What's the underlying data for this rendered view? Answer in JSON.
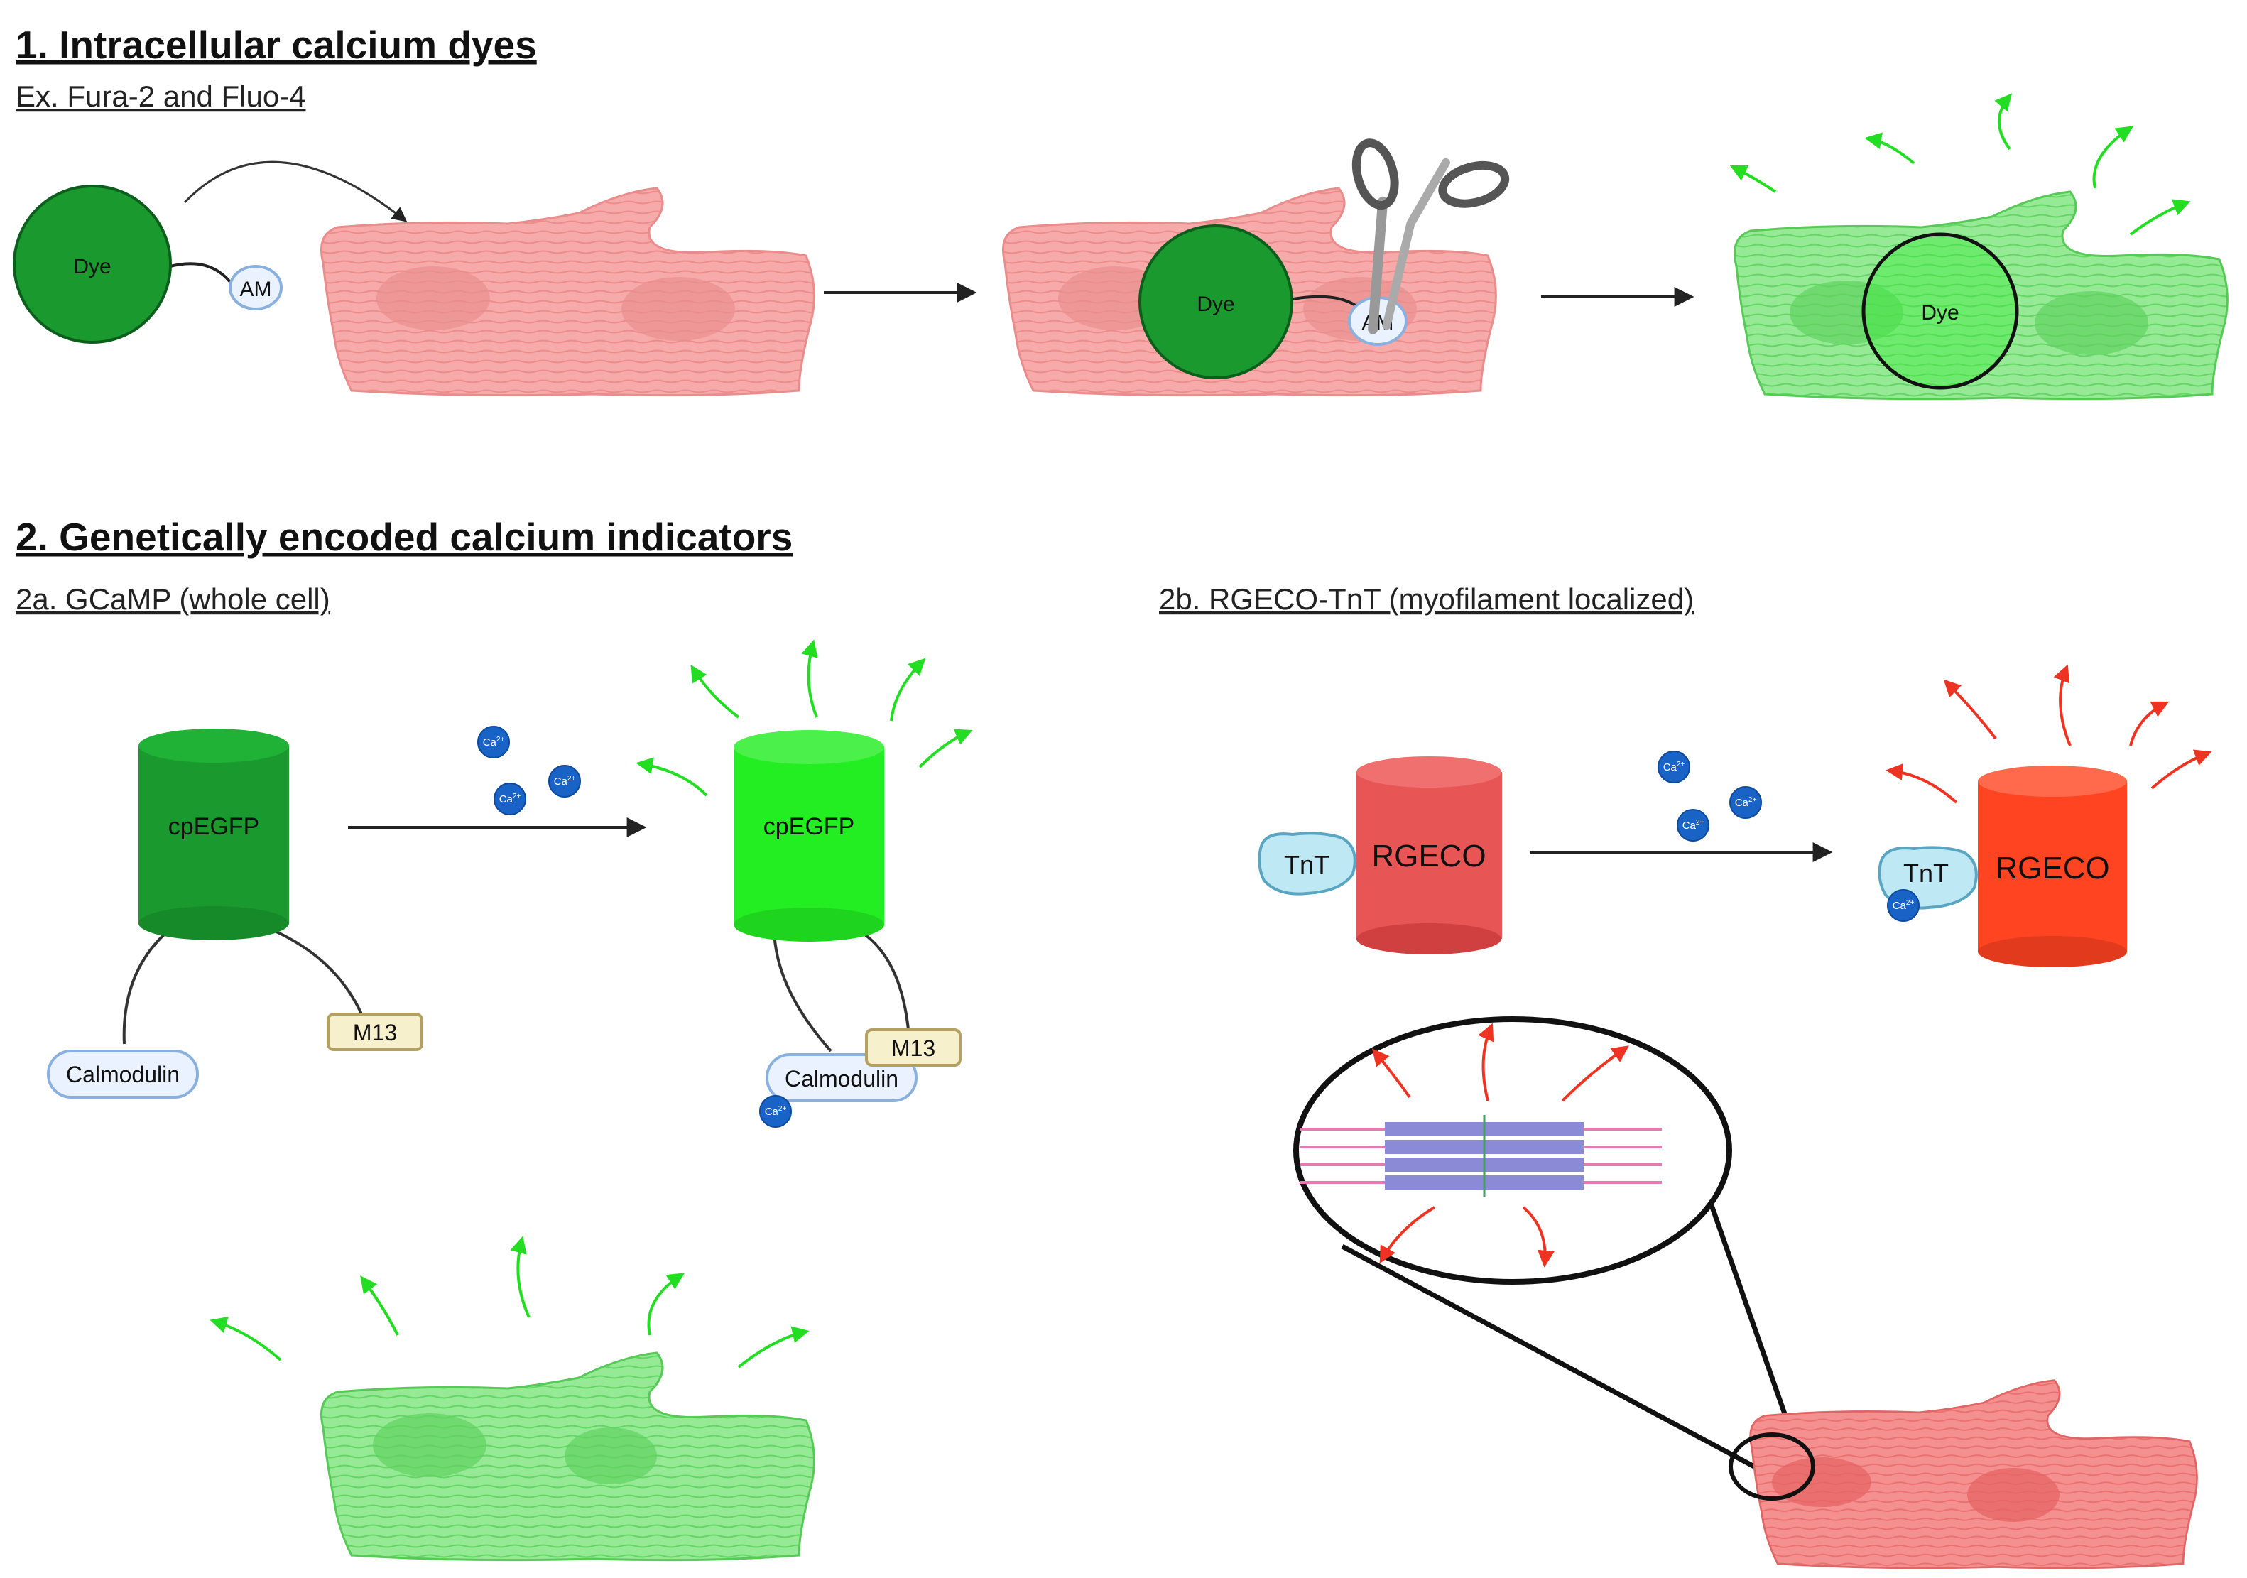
{
  "section1": {
    "title": "1. Intracellular calcium dyes",
    "subtitle": "Ex. Fura-2 and Fluo-4",
    "dye_label": "Dye",
    "am_label": "AM"
  },
  "section2": {
    "title": "2. Genetically encoded calcium indicators",
    "sub_a": "2a. GCaMP (whole cell)",
    "sub_b": "2b. RGECO-TnT (myofilament localized)",
    "cpegfp_label": "cpEGFP",
    "calmodulin_label": "Calmodulin",
    "m13_label": "M13",
    "rgeco_label": "RGECO",
    "tnt_label": "TnT",
    "calcium_label": "Ca",
    "calcium_sup": "2+"
  },
  "colors": {
    "dye_green": "#1a9a2e",
    "bright_green": "#22ee22",
    "cell_pink": "#f4a6a6",
    "cell_green": "#8fe58f",
    "rgeco_red": "#e85555",
    "rgeco_bright": "#ff4422",
    "calcium_blue": "#1a63c6",
    "emission_red": "#ee3322"
  }
}
